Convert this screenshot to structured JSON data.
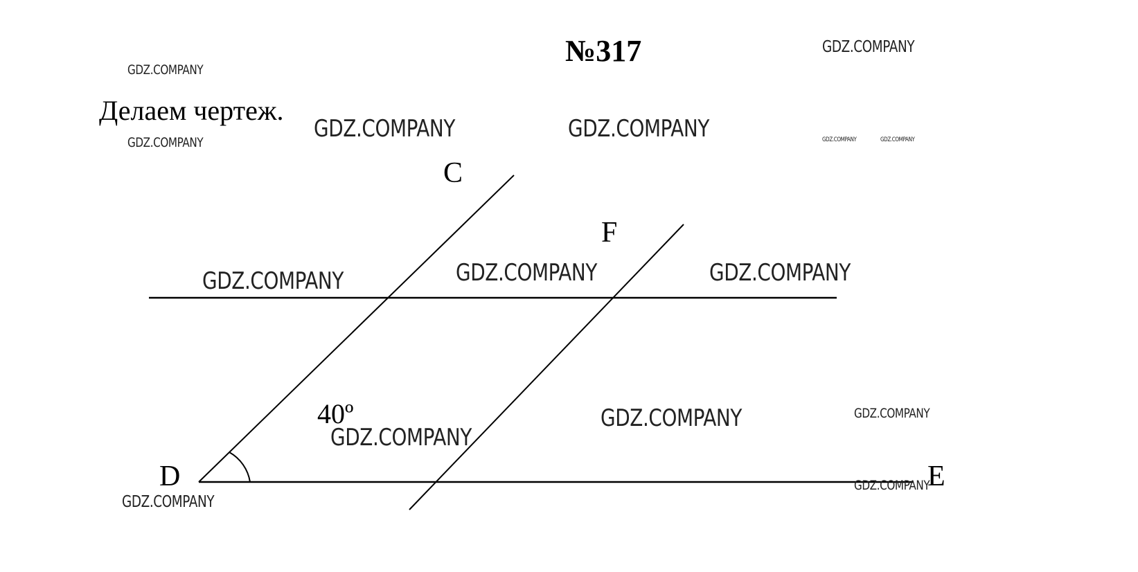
{
  "header": {
    "problem_number": "№317",
    "instruction": "Делаем чертеж."
  },
  "diagram": {
    "points": {
      "C": "C",
      "F": "F",
      "D": "D",
      "E": "E"
    },
    "angle_D": "40º"
  },
  "watermark": {
    "text": "GDZ.COMPANY",
    "color": "#222222"
  },
  "colors": {
    "background": "#ffffff",
    "ink": "#000000"
  }
}
